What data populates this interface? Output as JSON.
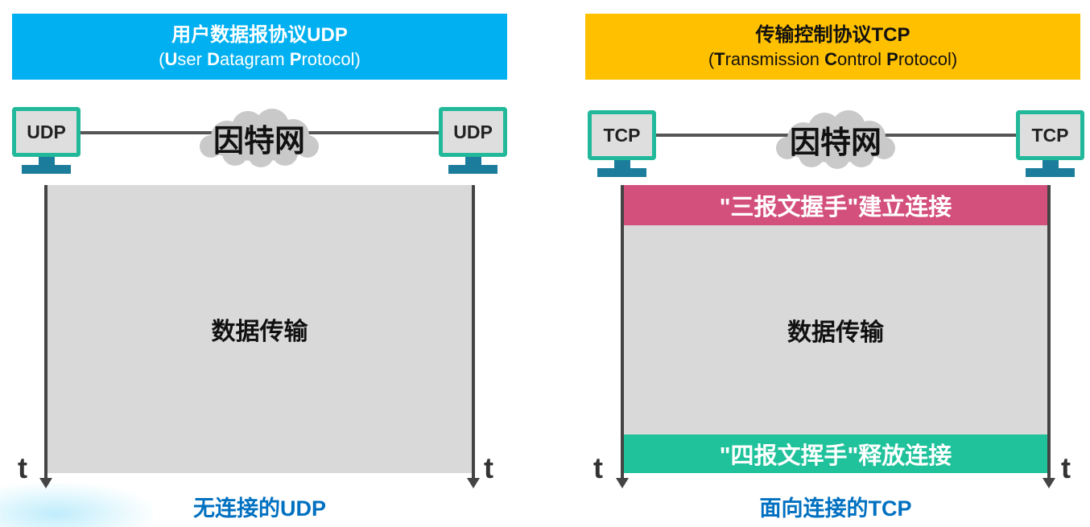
{
  "colors": {
    "udp_header": "#00B0F0",
    "tcp_header": "#FFC000",
    "handshake_band": "#D4507C",
    "teardown_band": "#1FC29B",
    "data_area": "#D9D9D9",
    "caption": "#0070C0",
    "host_frame": "#22B99A",
    "host_stand": "#1B7D9B",
    "cloud": "#C9C9C9",
    "timeline": "#444444",
    "link": "#555555"
  },
  "udp": {
    "header": {
      "title": "用户数据报协议UDP",
      "subtitle": [
        "(",
        "U",
        "ser ",
        "D",
        "atagram ",
        "P",
        "rotocol)"
      ]
    },
    "host_left": "UDP",
    "host_right": "UDP",
    "network": "因特网",
    "data_transfer": "数据传输",
    "time_left": "t",
    "time_right": "t",
    "caption": "无连接的UDP"
  },
  "tcp": {
    "header": {
      "title": "传输控制协议TCP",
      "subtitle": [
        "(",
        "T",
        "ransmission ",
        "C",
        "ontrol ",
        "P",
        "rotocol)"
      ]
    },
    "host_left": "TCP",
    "host_right": "TCP",
    "network": "因特网",
    "handshake": "\"三报文握手\"建立连接",
    "data_transfer": "数据传输",
    "teardown": "\"四报文挥手\"释放连接",
    "time_left": "t",
    "time_right": "t",
    "caption": "面向连接的TCP"
  }
}
